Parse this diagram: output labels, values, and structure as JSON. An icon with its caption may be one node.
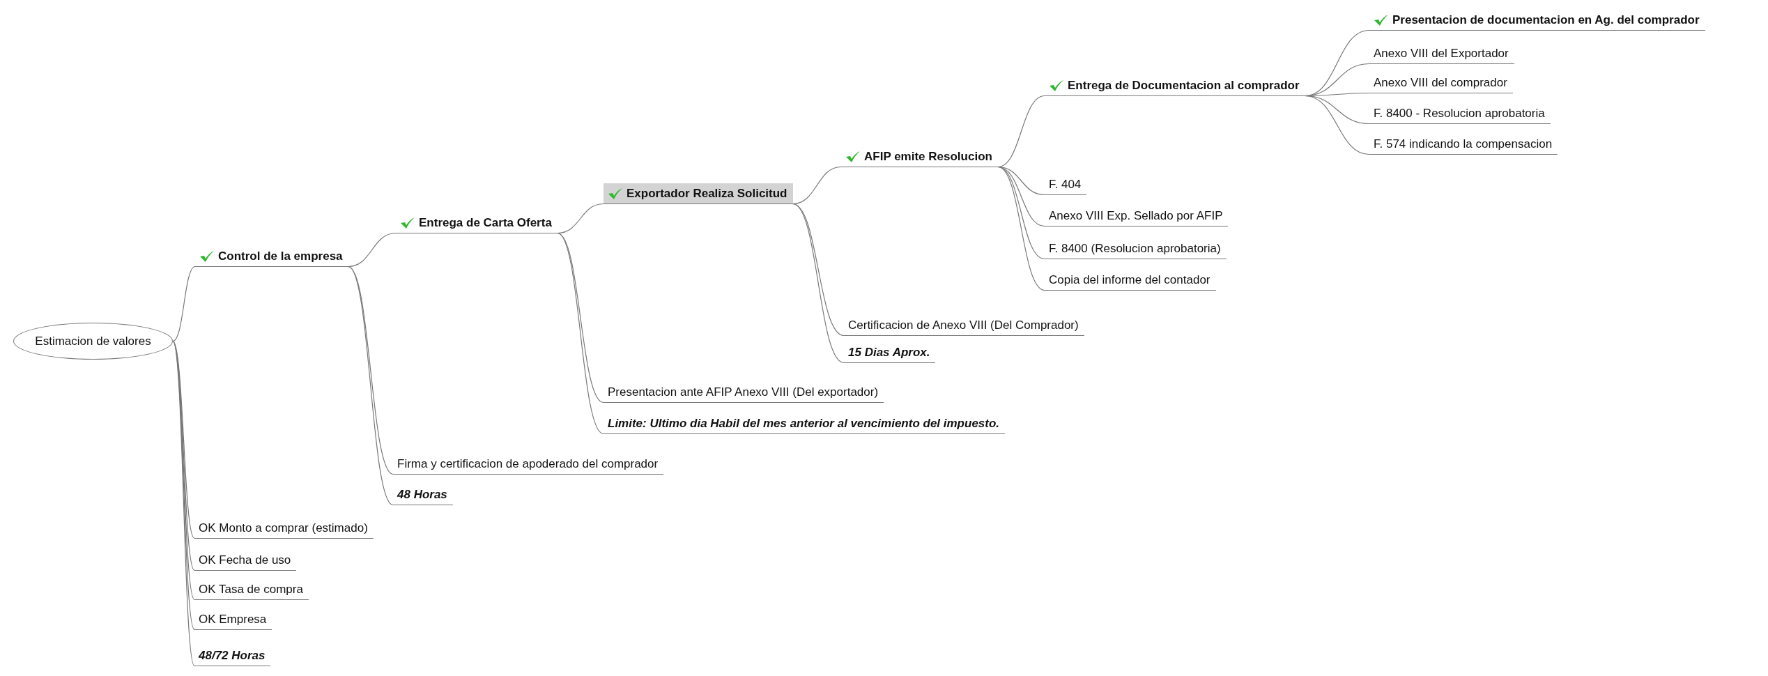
{
  "diagram": {
    "nodes": [
      {
        "text": [
          "Estimacion de valores"
        ]
      },
      {
        "text": [
          "Control de la empresa"
        ]
      },
      {
        "text": [
          "Entrega de Carta Oferta"
        ]
      },
      {
        "text": [
          "Exportador Realiza Solicitud"
        ]
      },
      {
        "text": [
          "AFIP emite Resolucion"
        ]
      },
      {
        "text": [
          "Entrega de Documentacion al comprador"
        ]
      },
      {
        "text": [
          "Presentacion de documentacion en Ag. del comprador"
        ]
      },
      {
        "text": [
          "Anexo VIII del Exportador"
        ]
      },
      {
        "text": [
          "Anexo VIII del comprador"
        ]
      },
      {
        "text": [
          "F. 8400 - Resolucion aprobatoria"
        ]
      },
      {
        "text": [
          "F. 574 indicando la compensacion"
        ]
      },
      {
        "text": [
          "F. 404"
        ]
      },
      {
        "text": [
          "Anexo VIII Exp. Sellado por AFIP"
        ]
      },
      {
        "text": [
          "F. 8400 (Resolucion aprobatoria)"
        ]
      },
      {
        "text": [
          "Copia del informe del contador"
        ]
      },
      {
        "text": [
          "Certificacion de Anexo VIII (Del Comprador)"
        ]
      },
      {
        "text": [
          "15 Dias Aprox."
        ]
      },
      {
        "text": [
          "Presentacion ante AFIP Anexo VIII (Del exportador)"
        ]
      },
      {
        "text": [
          "Limite: Ultimo dia Habil del mes anterior al vencimiento del impuesto."
        ]
      },
      {
        "text": [
          "Firma y certificacion de apoderado del comprador"
        ]
      },
      {
        "text": [
          "48 Horas"
        ]
      },
      {
        "text": [
          "OK Monto a comprar (estimado)"
        ]
      },
      {
        "text": [
          "OK Fecha de uso"
        ]
      },
      {
        "text": [
          "OK Tasa de compra"
        ]
      },
      {
        "text": [
          "OK Empresa"
        ]
      },
      {
        "text": [
          "48/72 Horas"
        ]
      }
    ],
    "edges": [
      {
        "from": 0,
        "to": 1,
        "arrow": "none"
      },
      {
        "from": 1,
        "to": 2,
        "arrow": "none"
      },
      {
        "from": 2,
        "to": 3,
        "arrow": "none"
      },
      {
        "from": 3,
        "to": 4,
        "arrow": "none"
      },
      {
        "from": 4,
        "to": 5,
        "arrow": "none"
      },
      {
        "from": 5,
        "to": 6,
        "arrow": "none"
      },
      {
        "from": 5,
        "to": 7,
        "arrow": "none"
      },
      {
        "from": 5,
        "to": 8,
        "arrow": "none"
      },
      {
        "from": 5,
        "to": 9,
        "arrow": "none"
      },
      {
        "from": 5,
        "to": 10,
        "arrow": "none"
      },
      {
        "from": 4,
        "to": 11,
        "arrow": "none"
      },
      {
        "from": 4,
        "to": 12,
        "arrow": "none"
      },
      {
        "from": 4,
        "to": 13,
        "arrow": "none"
      },
      {
        "from": 4,
        "to": 14,
        "arrow": "none"
      },
      {
        "from": 3,
        "to": 15,
        "arrow": "none"
      },
      {
        "from": 3,
        "to": 16,
        "arrow": "none"
      },
      {
        "from": 2,
        "to": 17,
        "arrow": "none"
      },
      {
        "from": 2,
        "to": 18,
        "arrow": "none"
      },
      {
        "from": 1,
        "to": 19,
        "arrow": "none"
      },
      {
        "from": 1,
        "to": 20,
        "arrow": "none"
      },
      {
        "from": 0,
        "to": 21,
        "arrow": "none"
      },
      {
        "from": 0,
        "to": 22,
        "arrow": "none"
      },
      {
        "from": 0,
        "to": 23,
        "arrow": "none"
      },
      {
        "from": 0,
        "to": 24,
        "arrow": "none"
      },
      {
        "from": 0,
        "to": 25,
        "arrow": "none"
      }
    ]
  }
}
